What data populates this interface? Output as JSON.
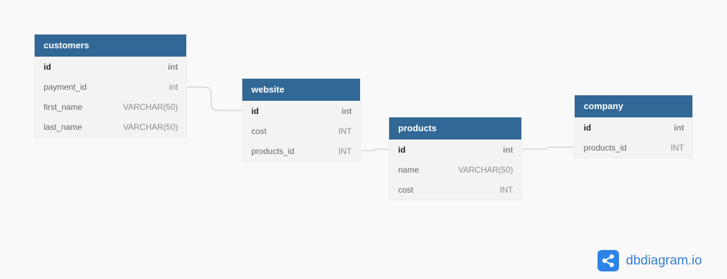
{
  "tables": [
    {
      "id": "customers",
      "name": "customers",
      "columns": [
        {
          "name": "id",
          "type": "int",
          "pk": true
        },
        {
          "name": "payment_id",
          "type": "int",
          "pk": false
        },
        {
          "name": "first_name",
          "type": "VARCHAR(50)",
          "pk": false
        },
        {
          "name": "last_name",
          "type": "VARCHAR(50)",
          "pk": false
        }
      ]
    },
    {
      "id": "website",
      "name": "website",
      "columns": [
        {
          "name": "id",
          "type": "int",
          "pk": true
        },
        {
          "name": "cost",
          "type": "INT",
          "pk": false
        },
        {
          "name": "products_id",
          "type": "INT",
          "pk": false
        }
      ]
    },
    {
      "id": "products",
      "name": "products",
      "columns": [
        {
          "name": "id",
          "type": "int",
          "pk": true
        },
        {
          "name": "name",
          "type": "VARCHAR(50)",
          "pk": false
        },
        {
          "name": "cost",
          "type": "INT",
          "pk": false
        }
      ]
    },
    {
      "id": "company",
      "name": "company",
      "columns": [
        {
          "name": "id",
          "type": "int",
          "pk": true
        },
        {
          "name": "products_id",
          "type": "INT",
          "pk": false
        }
      ]
    }
  ],
  "relationships": [
    {
      "from": "customers.payment_id",
      "to": "website.id"
    },
    {
      "from": "website.products_id",
      "to": "products.id"
    },
    {
      "from": "products.id",
      "to": "company.products_id"
    }
  ],
  "colors": {
    "header": "#316896",
    "body": "#f3f3f4",
    "background": "#f9f9fa",
    "link": "#c9cdd2",
    "brand": "#2d83e6"
  },
  "brand": {
    "icon": "share-nodes-icon",
    "text": "dbdiagram.io"
  }
}
